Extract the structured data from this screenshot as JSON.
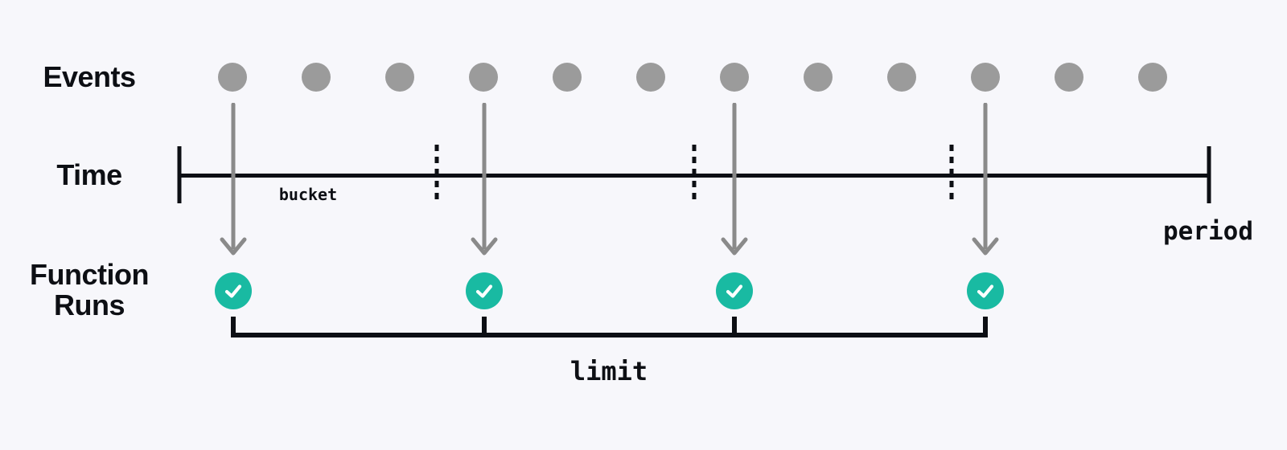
{
  "labels": {
    "events": "Events",
    "time": "Time",
    "function_runs": "Function Runs"
  },
  "annotations": {
    "bucket": "bucket",
    "period": "period",
    "limit": "limit"
  },
  "colors": {
    "background": "#F7F7FB",
    "event_dot": "#9B9B9B",
    "arrow": "#8A8A8A",
    "line": "#0D0F14",
    "text": "#0D0F14",
    "run_success": "#19BAA2",
    "checkmark": "#FFFFFF"
  },
  "diagram": {
    "type": "rate-limit-timeline",
    "event_count": 12,
    "function_run_count": 4,
    "bucket_count": 4,
    "bucket_divider_count": 3,
    "events_per_bucket": 3,
    "triggered_event_indices": [
      1,
      4,
      7,
      10
    ]
  }
}
